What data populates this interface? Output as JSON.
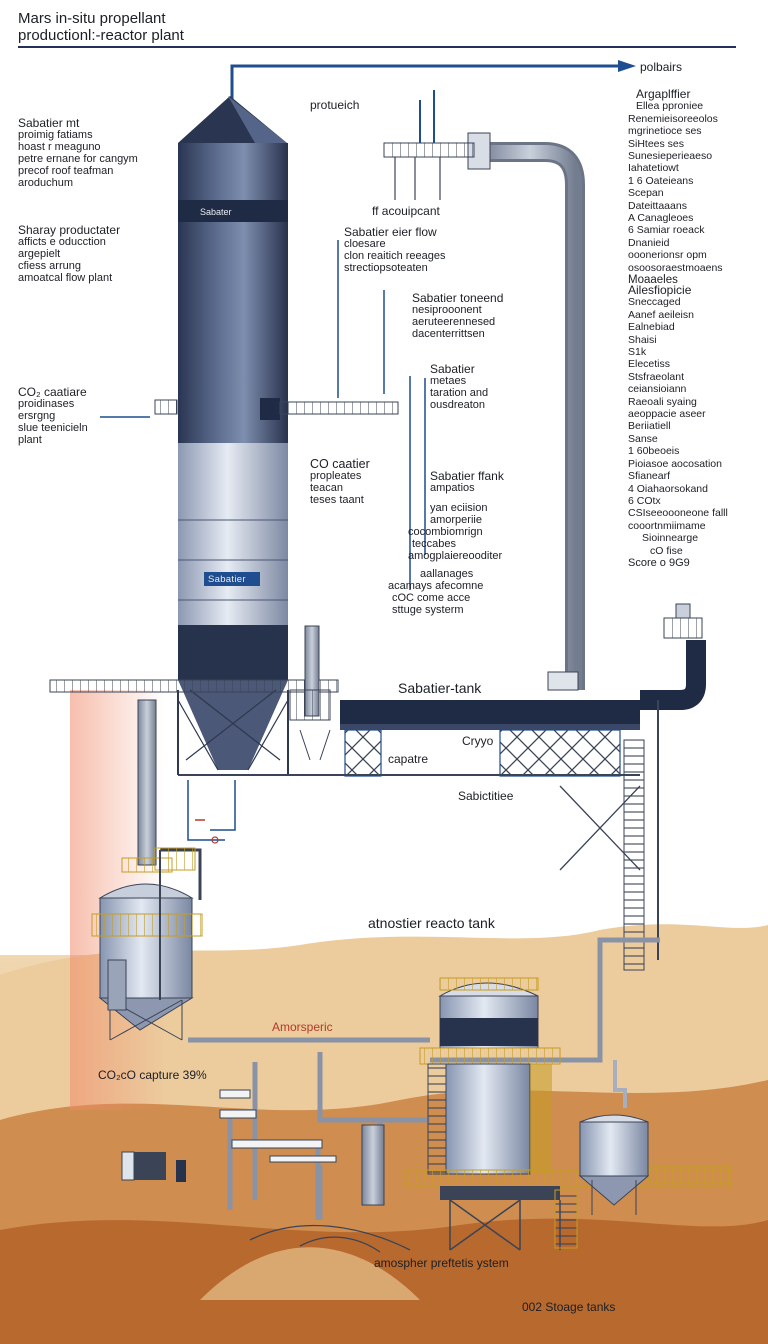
{
  "header": {
    "title_line1": "Mars in-situ propellant",
    "title_line2": "productionl:-reactor plant",
    "arrow_label": "polbairs"
  },
  "tower": {
    "band_label": "Sabater",
    "lower_label": "Sabatier"
  },
  "left_notes": {
    "block1": [
      "Sabatier mt",
      "proimig fatiams",
      "hoast r meaguno",
      "petre ernane for cangym",
      "precof roof teafman",
      "aroduchum"
    ],
    "block2": [
      "Sharay productater",
      "afficts e oducction",
      "argepielt",
      "cfiess arrung",
      "amoatcal flow plant"
    ],
    "block3": [
      "CO₂ caatiare",
      "proidinases",
      "ersrgng",
      "slue teenicieln",
      "plant"
    ]
  },
  "center_notes": {
    "proteich": "protueich",
    "flow_top": "ff acouipcant",
    "flow_block": [
      "Sabatier eier flow",
      "cloesare",
      "clon reaitich reeages",
      "strectiopsoteaten"
    ],
    "toneend_block": [
      "Sabatier toneend",
      "nesiprooonent",
      "aeruteerennesed",
      "dacenterrittsen"
    ],
    "sabatier_block": [
      "Sabatier",
      "metaes",
      "taration and",
      "ousdreaton"
    ],
    "co_block": [
      "CO caatier",
      "propleates",
      "teacan",
      "teses taant"
    ],
    "fank_block": [
      "Sabatier ffank",
      "ampatios"
    ],
    "yan_block": [
      "yan eciision",
      "amorperiie",
      "cocombiomrign",
      "teccabes",
      "amogplaiereooditer"
    ],
    "storage_block": [
      "aallanages",
      "acamays afecomne",
      "cOC come acce",
      "sttuge systerm"
    ]
  },
  "plant_labels": {
    "sabatier_tank": "Sabatier-tank",
    "cryo": "Cryyo",
    "capatre": "capatre",
    "sabictitiee": "Sabictitiee",
    "atnostier": "atnostier reacto tank",
    "amorsperic": "Amorsperic",
    "co2_capture": "CO₂cO capture 39%",
    "amosphere_system": "amospher preftetis ystem",
    "storage_tanks": "002 Stoage tanks"
  },
  "right_list": {
    "group1": [
      "Argaplffier",
      "Ellea pproniee",
      "Renemieisoreeolos",
      "mgrinetioce ses",
      "SiHtees ses",
      "Sunesieperieaeso",
      "Iahatetiowt",
      "1 6 Oateieans",
      "Scepan",
      "Dateittaaans",
      "A Canagleoes",
      "6 Samiar roeack",
      "Dnanieid",
      "ooonerionsr opm",
      "osoosoraestmoaens",
      "Moaaeles"
    ],
    "group2": [
      "Ailesfiopicie",
      "Sneccaged",
      "Aanef aeileisn",
      "Ealnebiad",
      "Shaisi",
      "S1k",
      "Elecetiss",
      "Stsfraeolant",
      "ceiansioiann",
      "Raeoali syaing",
      "aeoppacie aseer",
      "Beriiatiell",
      "Sanse",
      "1 60beoeis",
      "Pioiasoe aocosation",
      "Sfianearf",
      "4 Oiahaorsokand",
      "6 COtx",
      "CSIseeoooneone falll",
      "cooortnmiimame",
      "Sioinnearge",
      "cO fise",
      "Score o 9G9"
    ]
  },
  "colors": {
    "tower_dark": "#2c3a58",
    "tower_mid": "#8c9cba",
    "pipe_blue": "#1f4d8f",
    "ground_light": "#e9c69b",
    "ground_dark": "#b8692e",
    "accent_red": "#b23a2a",
    "rail_yellow": "#e8c24a"
  },
  "icons": [
    "reactor-tower",
    "pipe",
    "storage-tank",
    "ladder",
    "railing",
    "arrow-right"
  ]
}
